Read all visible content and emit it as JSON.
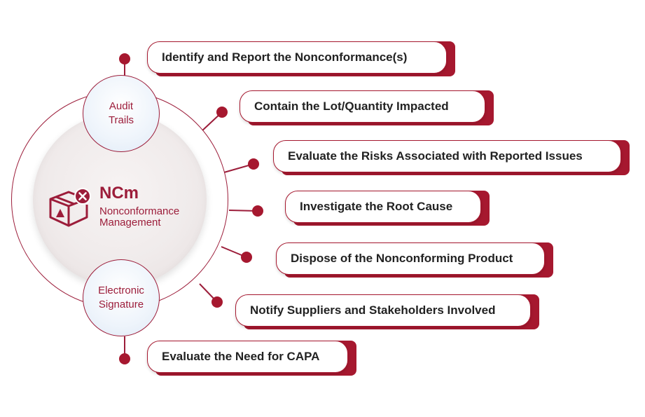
{
  "colors": {
    "accent": "#a6182f",
    "ring": "#9c1d3a",
    "text": "#222222"
  },
  "center": {
    "short": "NCm",
    "long": "Nonconformance\nManagement",
    "icon": "box-with-x-icon"
  },
  "satellites": {
    "audit": "Audit\nTrails",
    "esig": "Electronic\nSignature"
  },
  "steps": [
    {
      "label": "Identify and Report the Nonconformance(s)"
    },
    {
      "label": "Contain the Lot/Quantity Impacted"
    },
    {
      "label": "Evaluate the Risks Associated with Reported Issues"
    },
    {
      "label": "Investigate the Root Cause"
    },
    {
      "label": "Dispose of the Nonconforming Product"
    },
    {
      "label": "Notify Suppliers and Stakeholders Involved"
    },
    {
      "label": "Evaluate the Need for CAPA"
    }
  ]
}
